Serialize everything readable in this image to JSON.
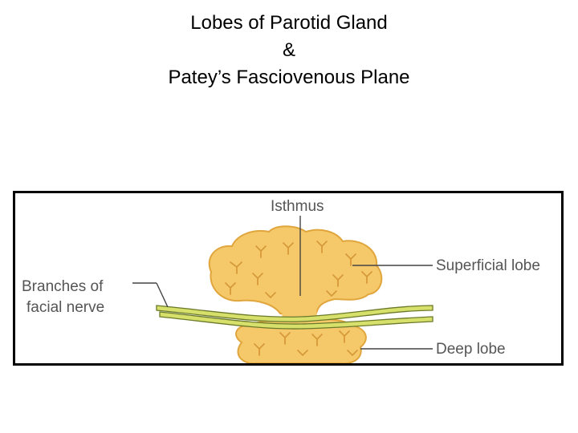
{
  "slide": {
    "title_line1": "Lobes of Parotid Gland",
    "title_line2": "&",
    "title_line3": "Patey’s Fasciovenous Plane"
  },
  "diagram": {
    "labels": {
      "isthmus": "Isthmus",
      "superficial_lobe": "Superficial lobe",
      "branches_line1": "Branches of",
      "branches_line2": "facial nerve",
      "deep_lobe": "Deep lobe"
    },
    "colors": {
      "gland_fill": "#f5c96a",
      "gland_outline": "#e0a53c",
      "duct_marks": "#d79a3a",
      "nerve_fill": "#d6e06a",
      "nerve_outline": "#6b7a2a",
      "leader_lines": "#444444"
    }
  }
}
